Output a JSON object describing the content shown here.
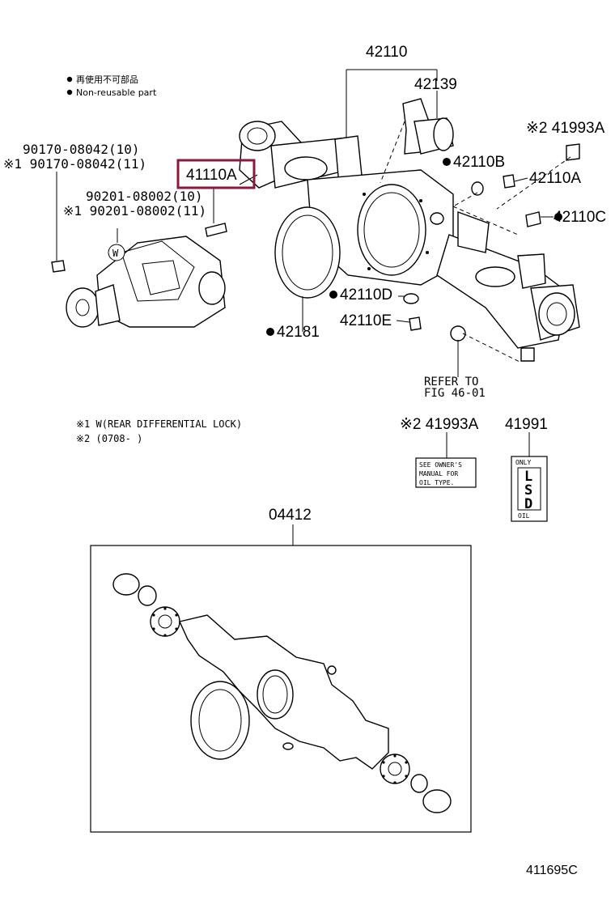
{
  "legend": {
    "non_reusable_jp": "再使用不可部品",
    "non_reusable_en": "Non-reusable part"
  },
  "labels": {
    "p42110": "42110",
    "p42139": "42139",
    "p41993a_top": "※2 41993A",
    "p42110b": "42110B",
    "p42110a_right": "42110A",
    "p42110c": "42110C",
    "p90170_10": "90170-08042(10)",
    "p90170_11": "※1 90170-08042(11)",
    "p41110a": "41110A",
    "p90201_10": "90201-08002(10)",
    "p90201_11": "※1 90201-08002(11)",
    "w": "W",
    "p42110d": "42110D",
    "p42110e": "42110E",
    "p42181": "42181",
    "refer1": "REFER TO",
    "refer2": "FIG  46-01",
    "note1": "※1 W(REAR DIFFERENTIAL LOCK)",
    "note2": "※2 (0708-    )",
    "p41993a_mid": "※2 41993A",
    "p41991": "41991",
    "tag_line1": "SEE OWNER'S",
    "tag_line2": "MANUAL FOR",
    "tag_line3": "OIL TYPE.",
    "lsd_top": "ONLY",
    "lsd_l": "L",
    "lsd_s": "S",
    "lsd_d": "D",
    "lsd_bottom": "OIL",
    "p04412": "04412",
    "diagram_code": "411695C"
  },
  "colors": {
    "highlight": "#8b1a3a",
    "ink": "#000000"
  },
  "icons": {
    "bullet": "filled-circle",
    "tag": "label-plate"
  }
}
